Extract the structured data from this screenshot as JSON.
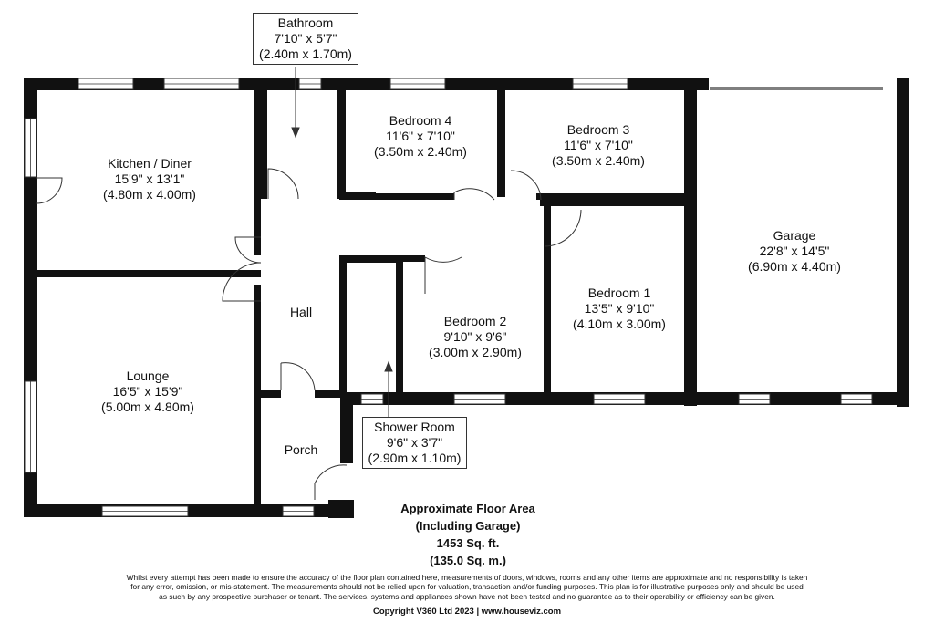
{
  "rooms": {
    "bathroom": {
      "name": "Bathroom",
      "imperial": "7'10\" x 5'7\"",
      "metric": "(2.40m x 1.70m)"
    },
    "kitchen": {
      "name": "Kitchen / Diner",
      "imperial": "15'9\" x 13'1\"",
      "metric": "(4.80m x 4.00m)"
    },
    "bedroom4": {
      "name": "Bedroom 4",
      "imperial": "11'6\" x 7'10\"",
      "metric": "(3.50m x 2.40m)"
    },
    "bedroom3": {
      "name": "Bedroom 3",
      "imperial": "11'6\" x 7'10\"",
      "metric": "(3.50m x 2.40m)"
    },
    "garage": {
      "name": "Garage",
      "imperial": "22'8\" x 14'5\"",
      "metric": "(6.90m x 4.40m)"
    },
    "bedroom1": {
      "name": "Bedroom 1",
      "imperial": "13'5\" x 9'10\"",
      "metric": "(4.10m x 3.00m)"
    },
    "bedroom2": {
      "name": "Bedroom 2",
      "imperial": "9'10\" x 9'6\"",
      "metric": "(3.00m x 2.90m)"
    },
    "lounge": {
      "name": "Lounge",
      "imperial": "16'5\" x 15'9\"",
      "metric": "(5.00m x 4.80m)"
    },
    "shower_room": {
      "name": "Shower Room",
      "imperial": "9'6\" x 3'7\"",
      "metric": "(2.90m x 1.10m)"
    },
    "hall": {
      "name": "Hall"
    },
    "porch": {
      "name": "Porch"
    }
  },
  "floor_area": {
    "line1": "Approximate Floor Area",
    "line2": "(Including Garage)",
    "line3": "1453 Sq. ft.",
    "line4": "(135.0 Sq. m.)"
  },
  "disclaimer": {
    "line1": "Whilst every attempt has been made to ensure the accuracy of the floor plan contained here, measurements of doors, windows, rooms and any other items are approximate and no responsibility is taken",
    "line2": "for any error, omission, or mis-statement. The measurements should not be relied upon for valuation, transaction and/or funding purposes. This plan is for illustrative purposes only and should be used",
    "line3": "as such by any prospective purchaser or tenant. The services, systems and appliances shown have not been tested and no guarantee as to their operability or efficiency can be given."
  },
  "copyright": "Copyright V360 Ltd 2023 | www.houseviz.com",
  "colors": {
    "wall": "#111111",
    "line": "#333333",
    "window_glass": "#ffffff"
  }
}
